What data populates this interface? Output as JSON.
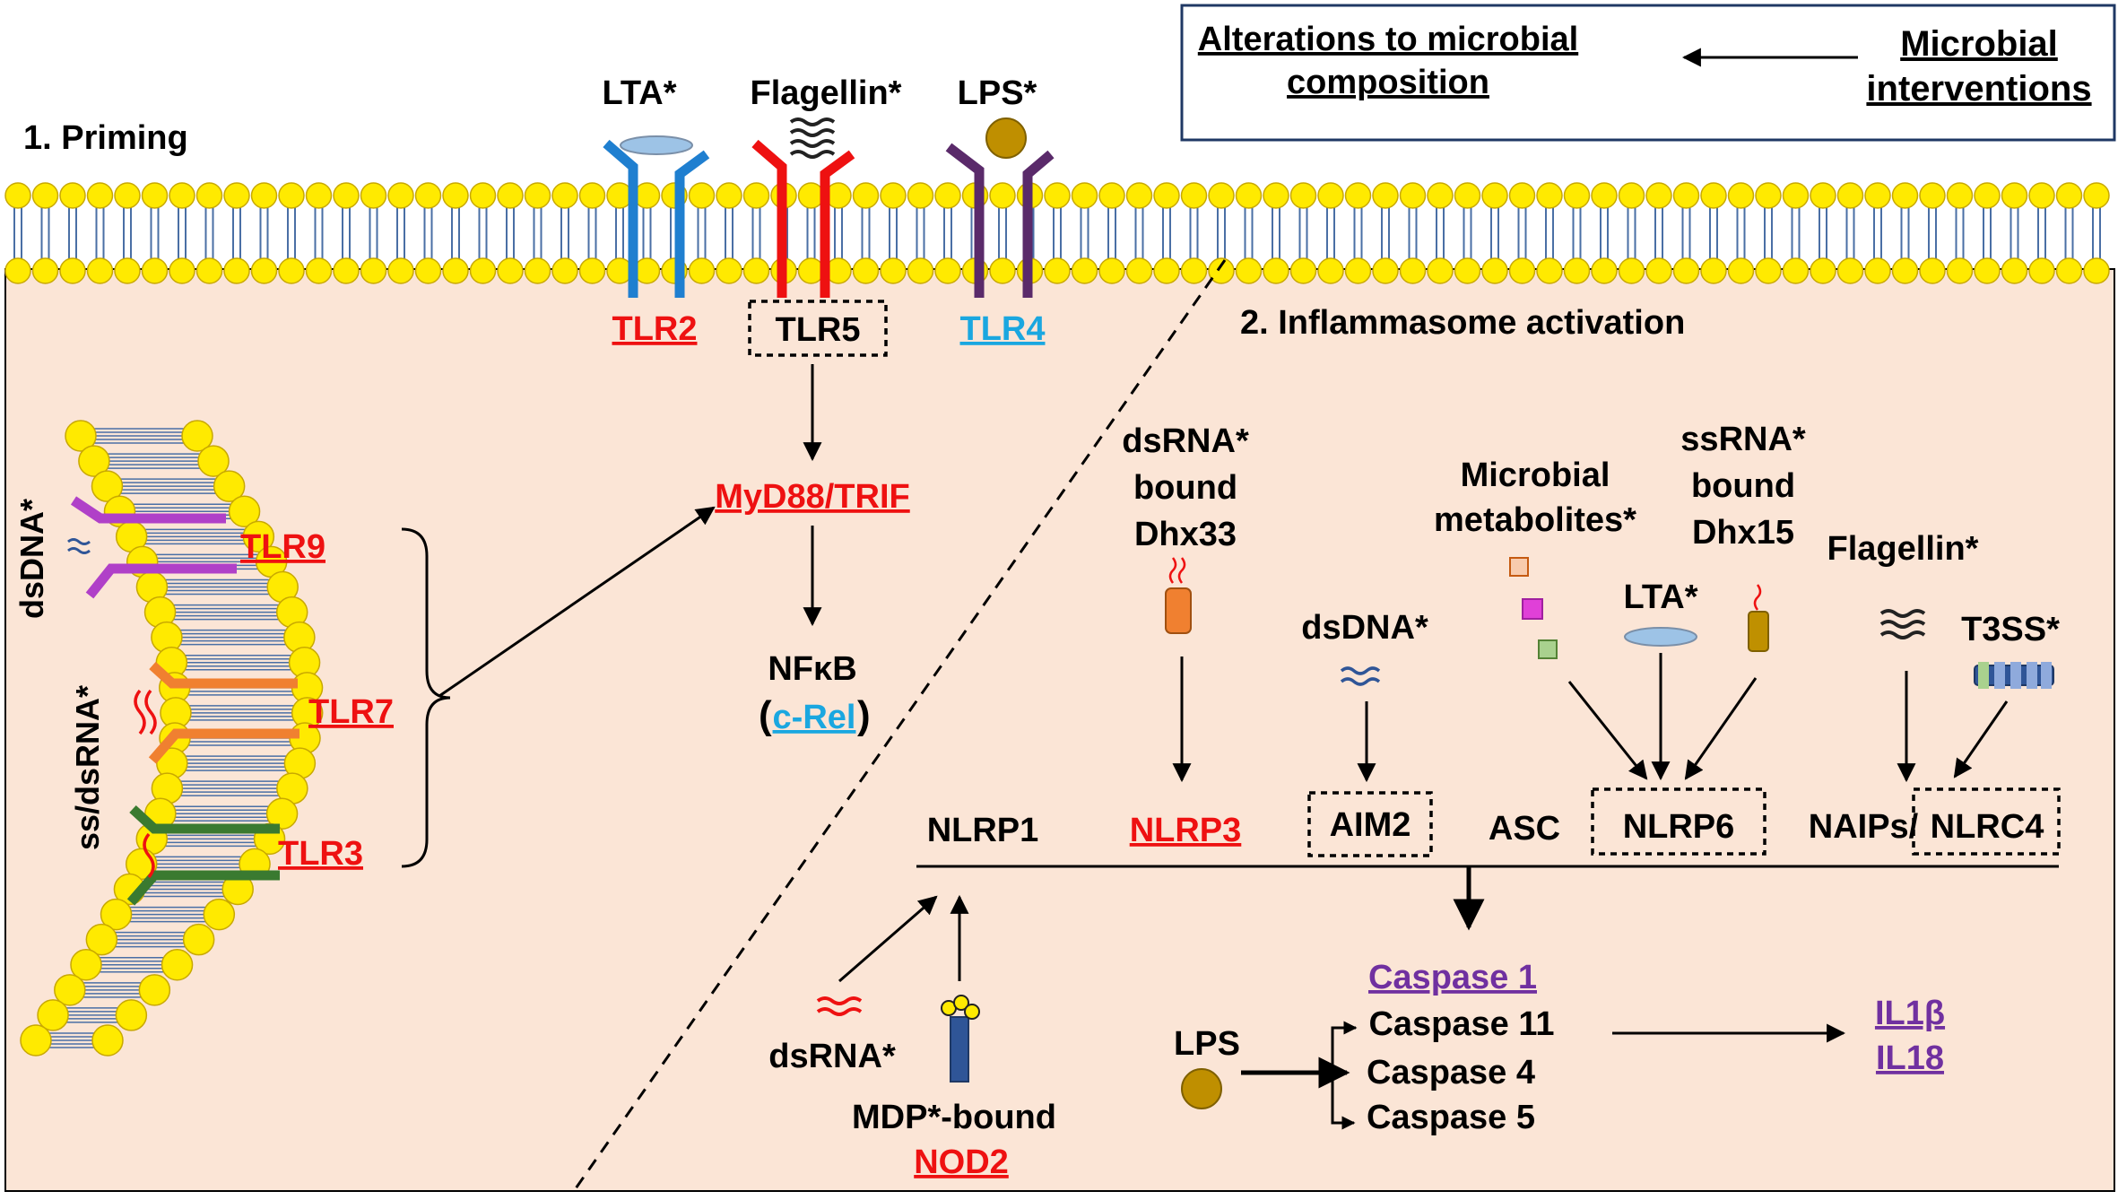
{
  "header": {
    "alterations_line1": "Alterations to microbial",
    "alterations_line2": "composition",
    "interventions_line1": "Microbial",
    "interventions_line2": "interventions"
  },
  "priming": {
    "section_label": "1. Priming",
    "surface_ligands": [
      "LTA*",
      "Flagellin*",
      "LPS*"
    ],
    "surface_receptors": [
      "TLR2",
      "TLR5",
      "TLR4"
    ],
    "adaptor": "MyD88/TRIF",
    "nfkb": "NFκB",
    "crel": "c-Rel",
    "endosomal_receptors": [
      "TLR9",
      "TLR7",
      "TLR3"
    ],
    "nucleic_labels": [
      "dsDNA*",
      "ss/dsRNA*"
    ]
  },
  "inflammasome": {
    "section_label": "2. Inflammasome activation",
    "dhx33_lines": [
      "dsRNA*",
      "bound",
      "Dhx33"
    ],
    "metabolites_lines": [
      "Microbial",
      "metabolites*"
    ],
    "dhx15_lines": [
      "ssRNA*",
      "bound",
      "Dhx15"
    ],
    "dsdna": "dsDNA*",
    "lta": "LTA*",
    "flagellin": "Flagellin*",
    "t3ss": "T3SS*",
    "sensors": {
      "nlrp1": "NLRP1",
      "nlrp3": "NLRP3",
      "aim2": "AIM2",
      "asc": "ASC",
      "nlrp6": "NLRP6",
      "naips": "NAIPs/",
      "nlrc4": "NLRC4"
    },
    "dsrna": "dsRNA*",
    "mdp_bound": "MDP*-bound",
    "nod2": "NOD2",
    "lps": "LPS",
    "caspases": [
      "Caspase 1",
      "Caspase 11",
      "Caspase 4",
      "Caspase 5"
    ],
    "outputs": [
      "IL1β",
      "IL18"
    ]
  },
  "colors": {
    "cell_fill": "#fbe5d6",
    "lipid_head": "#ffea00",
    "red_label": "#ee1111",
    "blue_label": "#1aa7e0",
    "purple_label": "#7030a0",
    "tlr2": "#1f7fd0",
    "tlr5": "#ee1111",
    "tlr4": "#5a2a6a",
    "tlr9": "#b040c8",
    "tlr7": "#f08030",
    "tlr3": "#3a7a30"
  }
}
